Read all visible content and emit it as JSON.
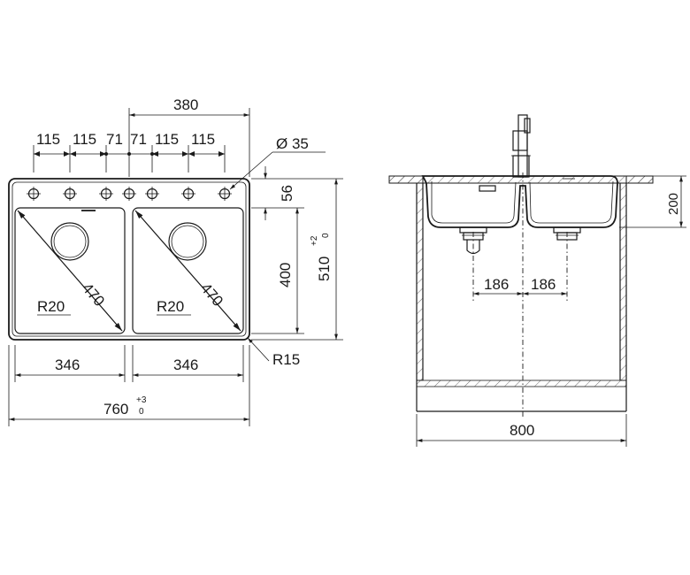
{
  "top_view": {
    "dims": {
      "overall_width": "760",
      "overall_tol_plus": "+3",
      "overall_tol_minus": "0",
      "bowl_width_left": "346",
      "bowl_width_right": "346",
      "tap_span": "380",
      "spacing": [
        "115",
        "115",
        "71",
        "71",
        "115",
        "115"
      ],
      "hole_diameter": "Ø 35",
      "deck_depth": "56",
      "bowl_depth": "400",
      "overall_depth": "510",
      "overall_depth_tol_plus": "+2",
      "overall_depth_tol_minus": "0",
      "diagonal_left": "470",
      "diagonal_right": "470",
      "corner_radius_left": "R20",
      "corner_radius_right": "R20",
      "outer_radius": "R15"
    }
  },
  "side_view": {
    "dims": {
      "cabinet_width": "800",
      "height": "200",
      "drain_offset_left": "186",
      "drain_offset_right": "186"
    }
  }
}
